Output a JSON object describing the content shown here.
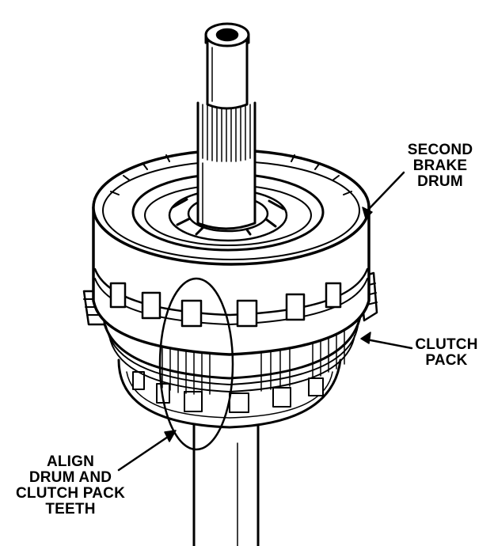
{
  "diagram": {
    "colors": {
      "ink": "#000000",
      "paper": "#ffffff"
    },
    "callouts": {
      "second_brake_drum": {
        "line1": "SECOND",
        "line2": "BRAKE",
        "line3": "DRUM"
      },
      "clutch_pack": {
        "line1": "CLUTCH",
        "line2": "PACK"
      },
      "align_teeth": {
        "line1": "ALIGN",
        "line2": "DRUM AND",
        "line3": "CLUTCH PACK",
        "line4": "TEETH"
      }
    }
  }
}
